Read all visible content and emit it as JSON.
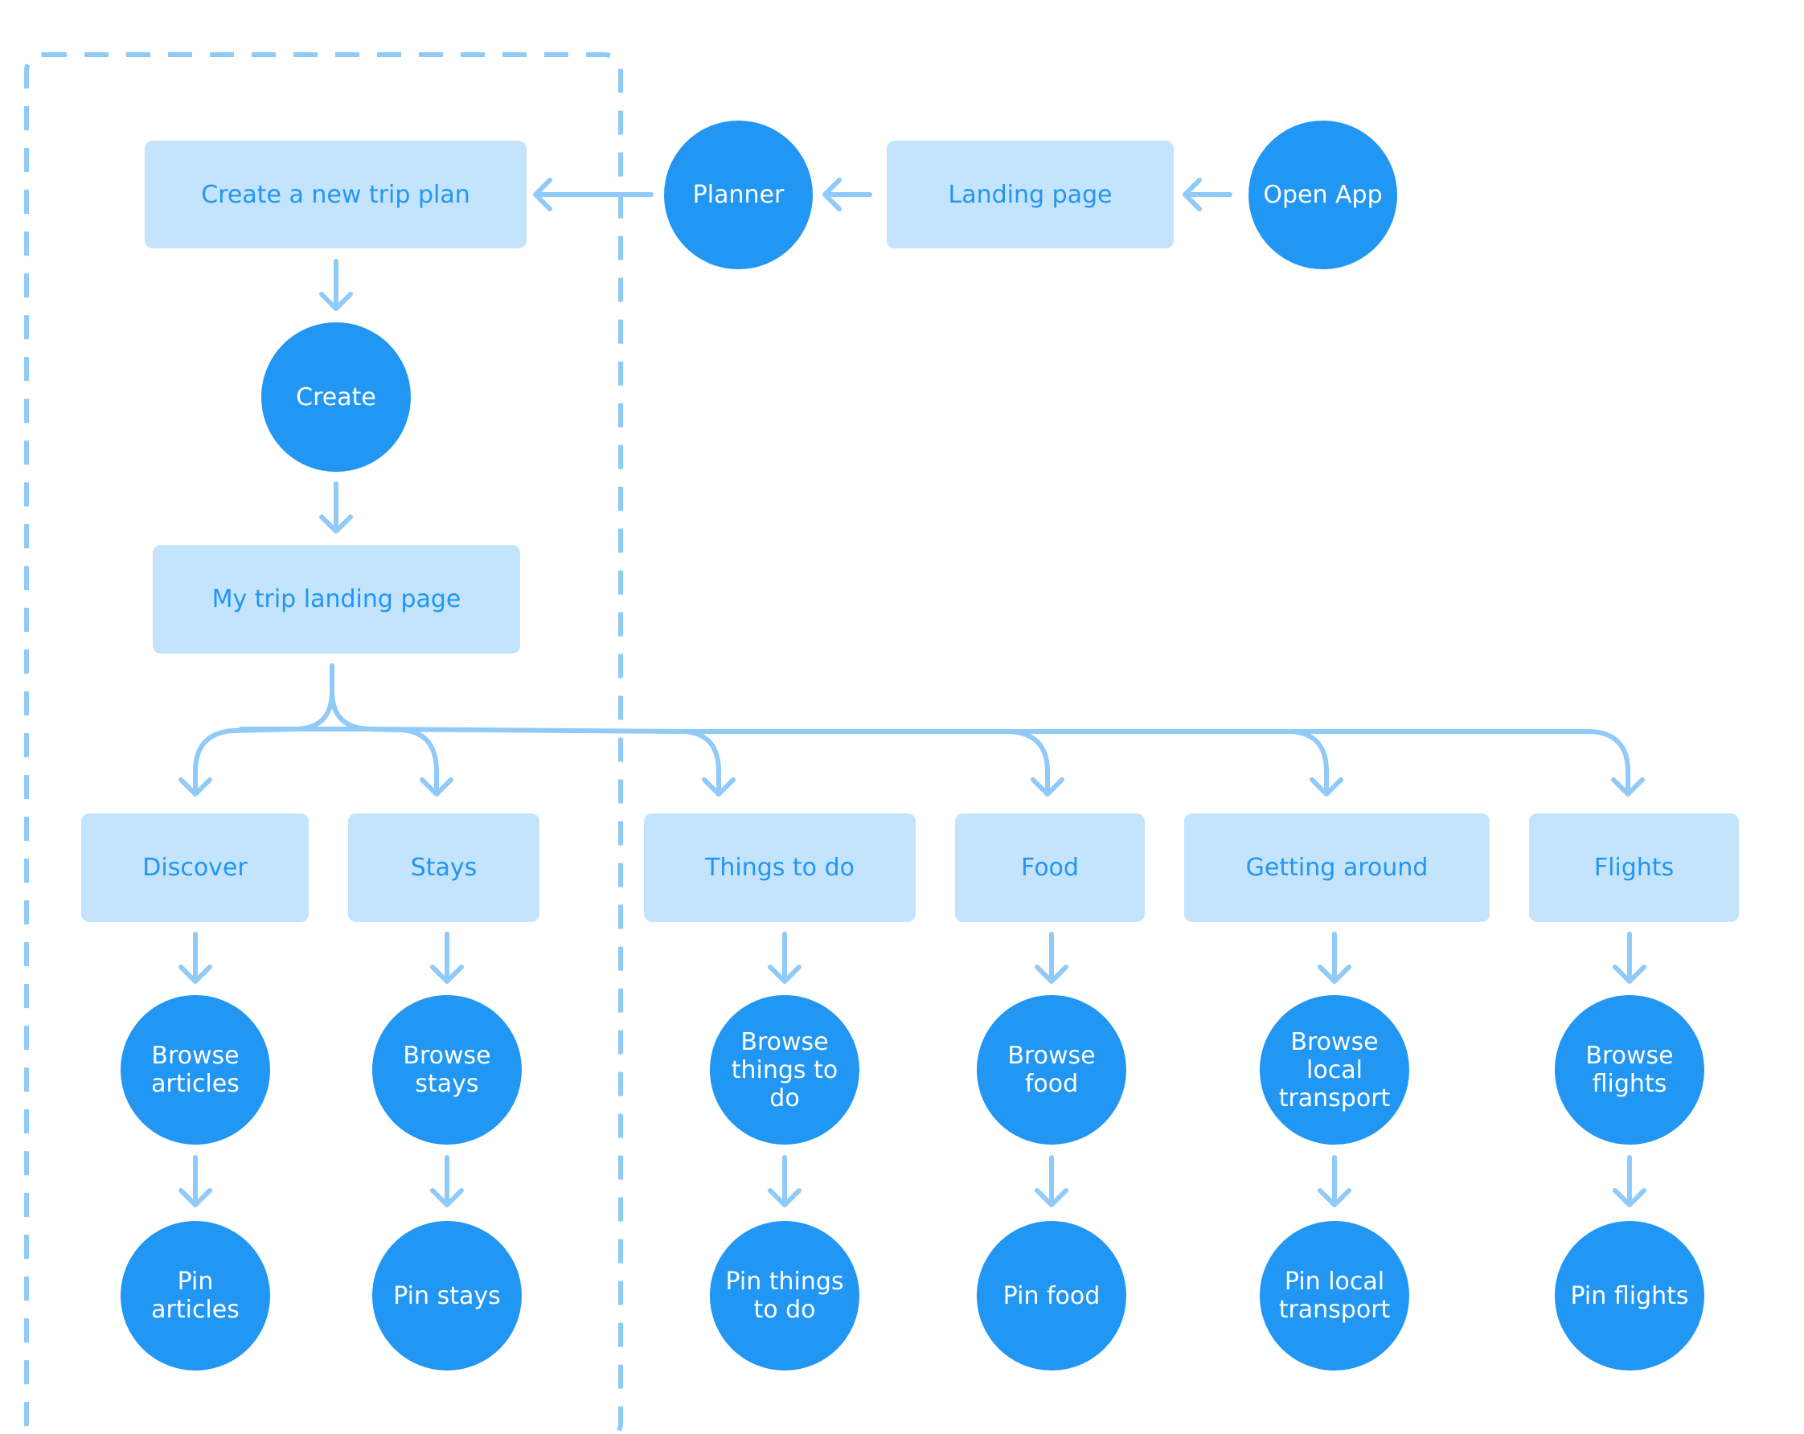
{
  "colors": {
    "box_fill": "#c3e4fc",
    "box_text": "#2196f3",
    "circle_fill": "#2196f3",
    "circle_text": "#ffffff",
    "connector": "#90caf9"
  },
  "nodes": {
    "open_app": "Open App",
    "landing_page": "Landing page",
    "planner": "Planner",
    "create_trip_plan": "Create a new trip plan",
    "create": "Create",
    "my_trip_landing": "My trip landing page",
    "discover": "Discover",
    "stays": "Stays",
    "things_to_do": "Things to do",
    "food": "Food",
    "getting_around": "Getting around",
    "flights": "Flights",
    "browse_articles": "Browse articles",
    "browse_stays": "Browse stays",
    "browse_things": "Browse things to do",
    "browse_food": "Browse food",
    "browse_transport": "Browse local transport",
    "browse_flights": "Browse flights",
    "pin_articles": "Pin articles",
    "pin_stays": "Pin stays",
    "pin_things": "Pin things to do",
    "pin_food": "Pin food",
    "pin_transport": "Pin local transport",
    "pin_flights": "Pin flights"
  }
}
